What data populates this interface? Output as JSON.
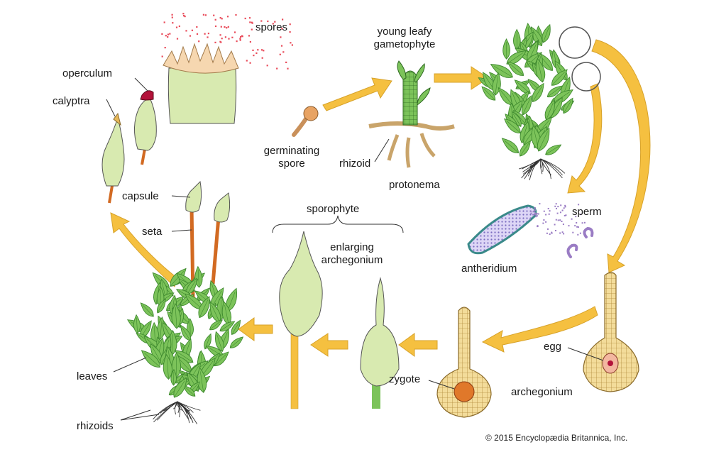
{
  "labels": {
    "spores": "spores",
    "operculum": "operculum",
    "calyptra": "calyptra",
    "young_leafy_1": "young leafy",
    "young_leafy_2": "gametophyte",
    "germinating_1": "germinating",
    "germinating_2": "spore",
    "rhizoid": "rhizoid",
    "protonema": "protonema",
    "capsule": "capsule",
    "seta": "seta",
    "sporophyte": "sporophyte",
    "enlarging_1": "enlarging",
    "enlarging_2": "archegonium",
    "sperm": "sperm",
    "antheridium": "antheridium",
    "egg": "egg",
    "archegonium": "archegonium",
    "zygote": "zygote",
    "leaves": "leaves",
    "rhizoids": "rhizoids"
  },
  "credit": "© 2015 Encyclopædia Britannica, Inc.",
  "colors": {
    "arrow": "#f5c040",
    "leaf": "#7cc35a",
    "leaf_dark": "#3f8a2f",
    "pale_green": "#d8eab0",
    "seta": "#d26a22",
    "operculum": "#b3123a",
    "tissue": "#f3dc9a",
    "spores": "#e94c5b",
    "antheridium": "#c9c0ef",
    "sperm": "#9a7cc4"
  }
}
